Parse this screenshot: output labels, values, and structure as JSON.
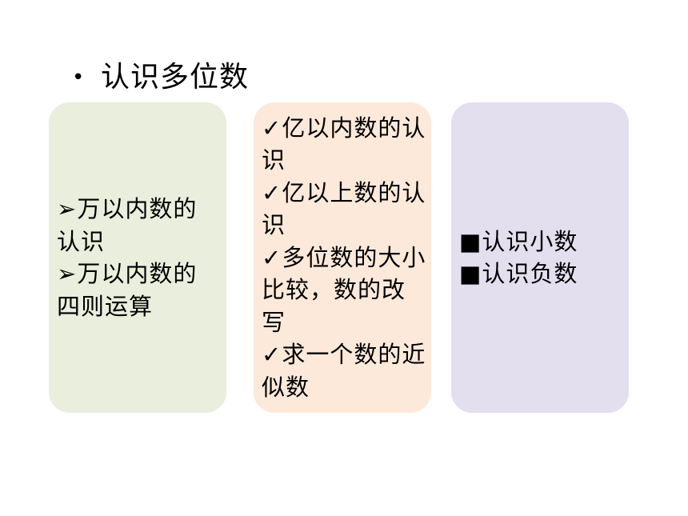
{
  "title": {
    "bullet": "•",
    "text": "认识多位数"
  },
  "boxes": {
    "green": {
      "marker": "➢",
      "items": [
        "万以内数的认识",
        "万以内数的四则运算"
      ]
    },
    "orange": {
      "marker": "✓",
      "items": [
        "亿以内数的认识",
        "亿以上数的认识",
        "多位数的大小比较，数的改写",
        "求一个数的近似数"
      ]
    },
    "purple": {
      "marker": "■",
      "items": [
        "认识小数",
        "认识负数"
      ]
    }
  },
  "colors": {
    "green_box": "#e9eedd",
    "orange_box": "#fce9da",
    "purple_box": "#e4dfee"
  }
}
